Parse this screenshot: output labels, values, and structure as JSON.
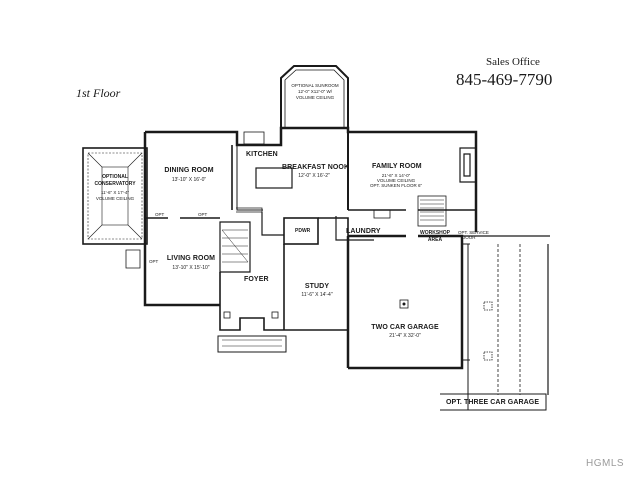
{
  "header": {
    "floor_label": "1st Floor",
    "sales_office": "Sales Office",
    "phone": "845-469-7790"
  },
  "watermark": "HGMLS",
  "rooms": {
    "sunroom": {
      "label": "OPTIONAL SUNROOM",
      "dims": "12'-0\" X12'-0\" W/",
      "note": "VOLUME CEILING"
    },
    "conservatory": {
      "label": "OPTIONAL",
      "label2": "CONSERVATORY",
      "dims": "11'-6\" X 17'-4\"",
      "note": "VOLUME CEILING"
    },
    "dining": {
      "label": "DINING ROOM",
      "dims": "13'-10\" X 16'-0\""
    },
    "kitchen": {
      "label": "KITCHEN"
    },
    "nook": {
      "label": "BREAKFAST NOOK",
      "dims": "12'-0\" X 16'-2\""
    },
    "family": {
      "label": "FAMILY ROOM",
      "dims": "21'-6\" X 14'-0\"",
      "note": "VOLUME CEILING",
      "note2": "OPT. SUNKEN FLOOR 6\""
    },
    "living": {
      "label": "LIVING ROOM",
      "dims": "13'-10\" X 15'-10\""
    },
    "powder": {
      "label": "PDWR"
    },
    "laundry": {
      "label": "LAUNDRY"
    },
    "workshop": {
      "label": "WORKSHOP",
      "label2": "AREA"
    },
    "service_door": {
      "label": "OPT. SERVICE",
      "label2": "DOOR"
    },
    "foyer": {
      "label": "FOYER"
    },
    "study": {
      "label": "STUDY",
      "dims": "11'-6\" X 14'-4\""
    },
    "garage": {
      "label": "TWO CAR GARAGE",
      "dims": "21'-4\" X 32'-0\""
    },
    "three_car": {
      "label": "OPT. THREE CAR GARAGE"
    }
  },
  "opt_labels": {
    "opt1": "OPT",
    "opt2": "OPT",
    "opt3": "OPT"
  }
}
